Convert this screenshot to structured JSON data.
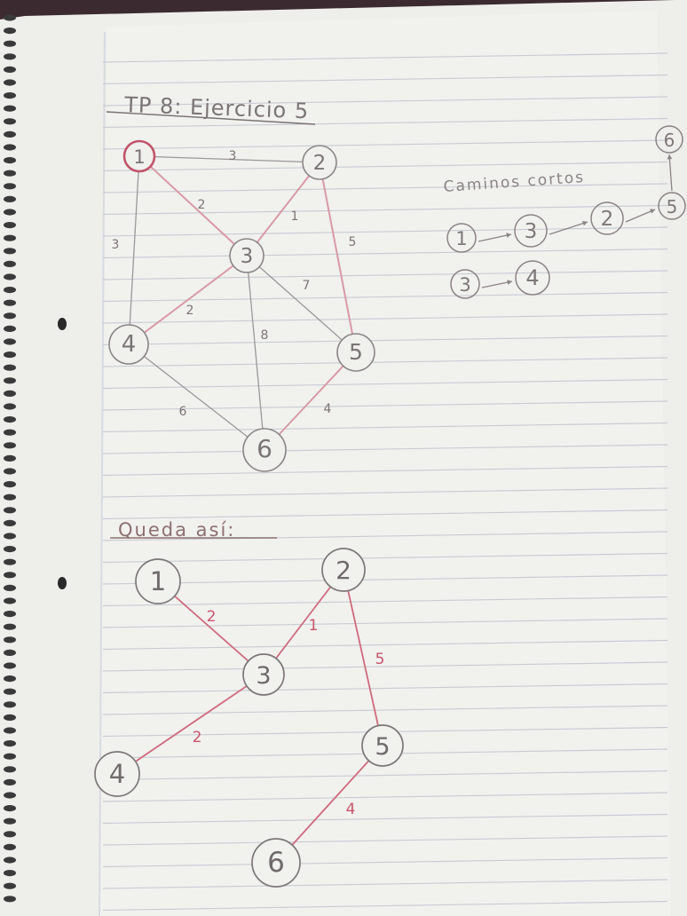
{
  "title": "TP 8: Ejercicio 5",
  "graph": {
    "nodes": [
      {
        "id": "n1",
        "label": "1"
      },
      {
        "id": "n2",
        "label": "2"
      },
      {
        "id": "n3",
        "label": "3"
      },
      {
        "id": "n4",
        "label": "4"
      },
      {
        "id": "n5",
        "label": "5"
      },
      {
        "id": "n6",
        "label": "6"
      }
    ],
    "edges": [
      {
        "from": "1",
        "to": "2",
        "weight": "3",
        "highlighted": false
      },
      {
        "from": "1",
        "to": "3",
        "weight": "2",
        "highlighted": true
      },
      {
        "from": "1",
        "to": "4",
        "weight": "3",
        "highlighted": false
      },
      {
        "from": "2",
        "to": "3",
        "weight": "1",
        "highlighted": true
      },
      {
        "from": "2",
        "to": "5",
        "weight": "5",
        "highlighted": true
      },
      {
        "from": "3",
        "to": "4",
        "weight": "2",
        "highlighted": true
      },
      {
        "from": "3",
        "to": "5",
        "weight": "7",
        "highlighted": false
      },
      {
        "from": "3",
        "to": "6",
        "weight": "8",
        "highlighted": false
      },
      {
        "from": "4",
        "to": "6",
        "weight": "6",
        "highlighted": false
      },
      {
        "from": "5",
        "to": "6",
        "weight": "4",
        "highlighted": true
      }
    ]
  },
  "paths_title": "Caminos cortos",
  "path1": [
    "1",
    "3",
    "2",
    "5",
    "6"
  ],
  "path2": [
    "3",
    "4"
  ],
  "result_title": "Queda así:",
  "tree": {
    "nodes": [
      {
        "id": "t1",
        "label": "1"
      },
      {
        "id": "t2",
        "label": "2"
      },
      {
        "id": "t3",
        "label": "3"
      },
      {
        "id": "t4",
        "label": "4"
      },
      {
        "id": "t5",
        "label": "5"
      },
      {
        "id": "t6",
        "label": "6"
      }
    ],
    "edges": [
      {
        "from": "1",
        "to": "3",
        "weight": "2"
      },
      {
        "from": "2",
        "to": "3",
        "weight": "1"
      },
      {
        "from": "2",
        "to": "5",
        "weight": "5"
      },
      {
        "from": "3",
        "to": "4",
        "weight": "2"
      },
      {
        "from": "5",
        "to": "6",
        "weight": "4"
      }
    ]
  },
  "colors": {
    "ink": "#6e6a6a",
    "red_ink": "#c8556a",
    "paper": "#efefec",
    "rule": "#c9ccd3"
  }
}
